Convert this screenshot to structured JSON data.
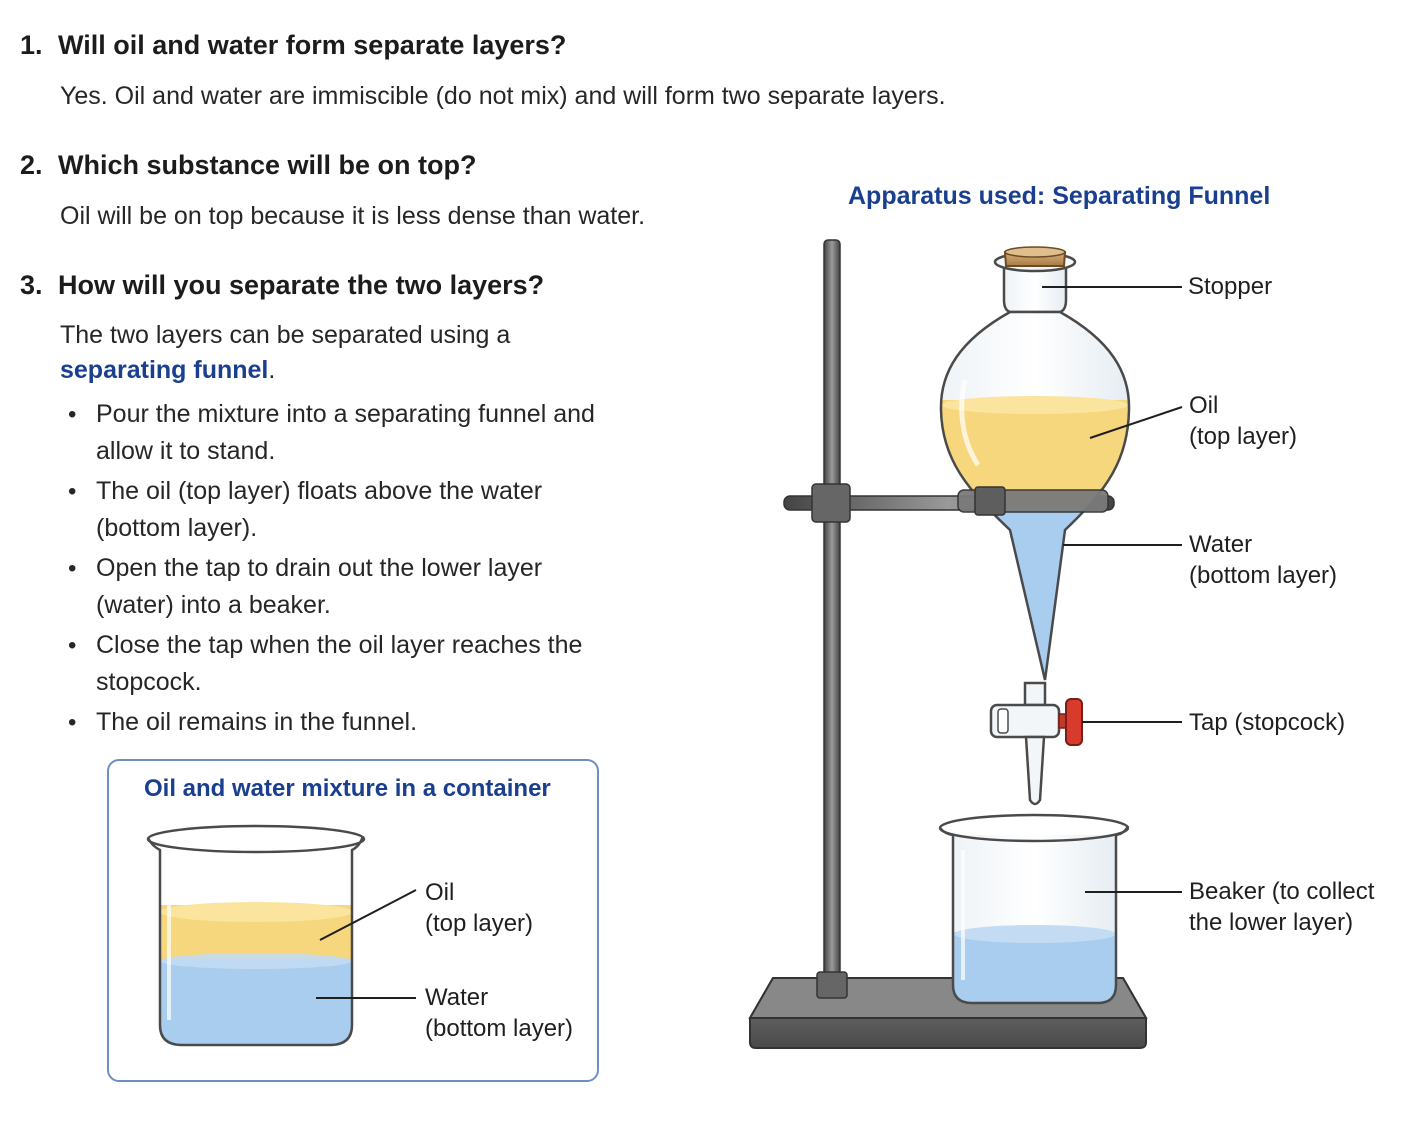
{
  "questions": [
    {
      "number": "1.",
      "question": "Will oil and water form separate layers?",
      "answer": "Yes. Oil and water are immiscible (do not mix) and will form two separate layers."
    },
    {
      "number": "2.",
      "question": "Which substance will be on top?",
      "answer": "Oil will be on top because it is less dense than water."
    },
    {
      "number": "3.",
      "question": "How will you separate the two layers?",
      "answer_prefix": "The two layers can be separated using a",
      "answer_highlight": "separating funnel",
      "answer_suffix": "."
    }
  ],
  "steps": [
    "Pour the mixture into a separating funnel and allow it to stand.",
    "The oil (top layer) floats above the water (bottom layer).",
    "Open the tap to drain out the lower layer (water) into a beaker.",
    "Close the tap when the oil layer reaches the stopcock.",
    "The oil remains in the funnel."
  ],
  "mixture_diagram": {
    "title": "Oil and water mixture in a container",
    "oil_label": "Oil",
    "oil_sub": "(top layer)",
    "water_label": "Water",
    "water_sub": "(bottom layer)"
  },
  "apparatus_diagram": {
    "title": "Apparatus used: Separating Funnel",
    "stopper_label": "Stopper",
    "oil_label": "Oil",
    "oil_sub": "(top layer)",
    "water_label": "Water",
    "water_sub": "(bottom layer)",
    "tap_label": "Tap (stopcock)",
    "beaker_label_line1": "Beaker (to collect",
    "beaker_label_line2": "the lower layer)"
  },
  "colors": {
    "heading_blue": "#1a3f8f",
    "oil": "#f6d77e",
    "water": "#a9cdee",
    "stand": "#5e5e5e",
    "tap_handle": "#d83a2c",
    "box_border": "#6f8fc0"
  }
}
